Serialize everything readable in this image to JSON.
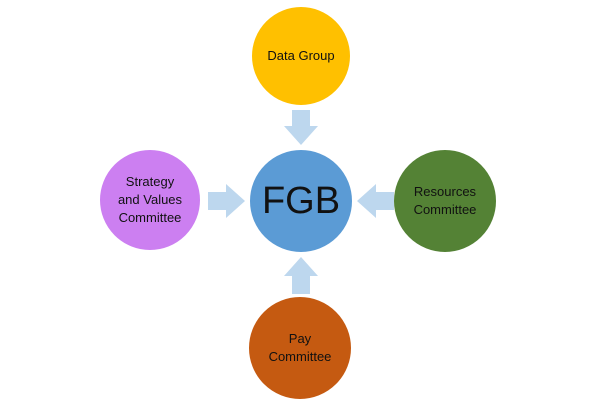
{
  "diagram": {
    "center": {
      "label": "FGB",
      "color": "#5B9BD5"
    },
    "top": {
      "label": "Data Group",
      "color": "#FFC000"
    },
    "left": {
      "label": "Strategy\nand Values\nCommittee",
      "color": "#CC7FF1"
    },
    "right": {
      "label": "Resources\nCommittee",
      "color": "#548235"
    },
    "bottom": {
      "label": "Pay\nCommittee",
      "color": "#C55A11"
    },
    "arrow_color": "#BDD7EE"
  }
}
